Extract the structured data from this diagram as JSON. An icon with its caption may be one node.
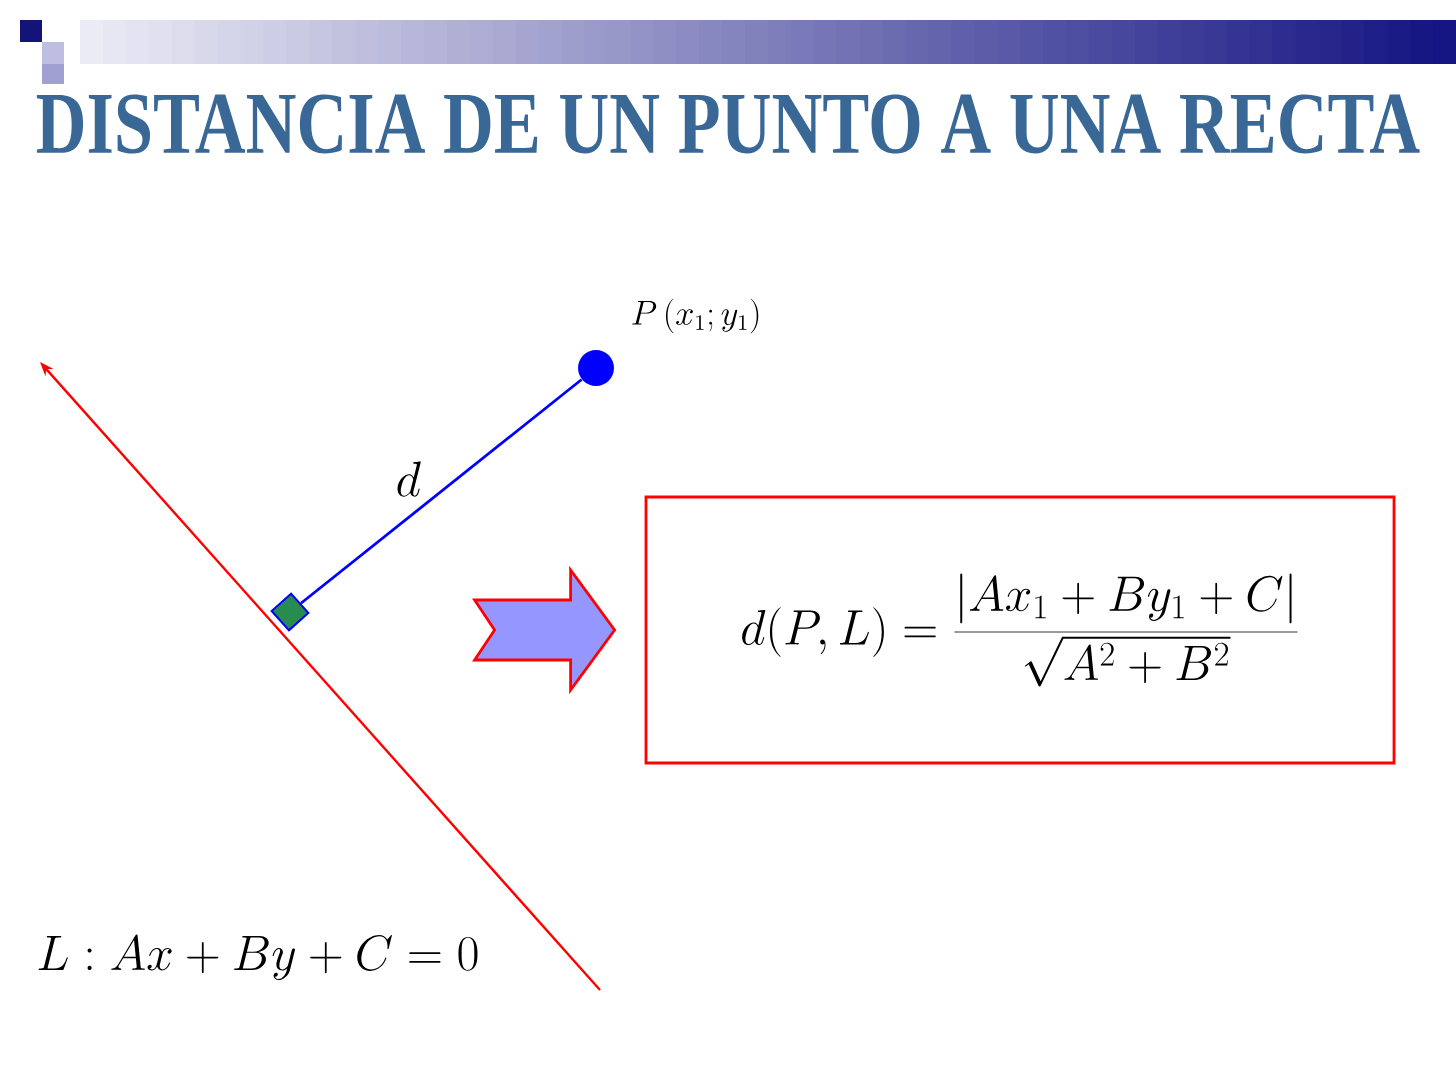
{
  "diagram": {
    "title": "DISTANCIA DE UN PUNTO A UNA RECTA",
    "nodes": [
      {
        "text": [],
        "shape": "circle",
        "beside": [
          "P\\left(x_1; y_1\\right)"
        ]
      },
      {
        "text": [],
        "shape": "diamond"
      },
      {
        "text": [
          "d(P,L)=\\frac{\\left|Ax_1+By_1+C\\right|}{\\sqrt{A^2+B^2}}"
        ]
      }
    ],
    "edges": [
      {
        "from": 0,
        "to": 1,
        "arrow": "none",
        "label": "d",
        "color": "#0000ff"
      },
      {
        "from": null,
        "to": 2,
        "arrow": "to"
      }
    ],
    "labels": [
      "L: Ax+By+C=0"
    ]
  }
}
